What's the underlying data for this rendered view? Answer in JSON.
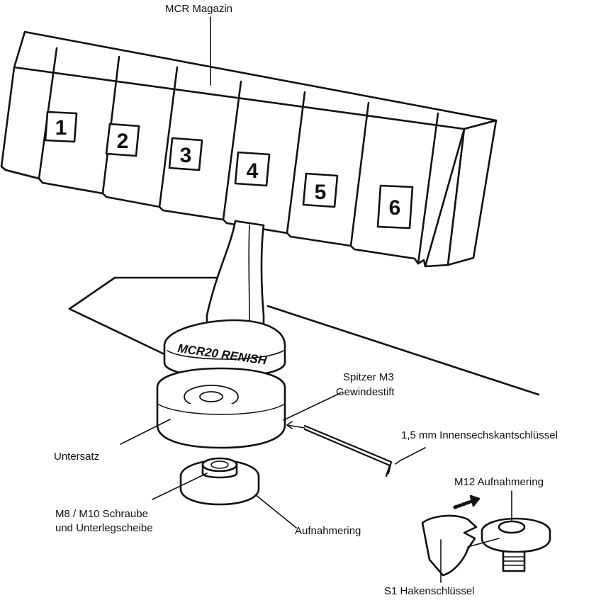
{
  "labels": {
    "magazine": "MCR Magazin",
    "grub_screw_line1": "Spitzer M3",
    "grub_screw_line2": "Gewindestift",
    "hex_key": "1,5 mm Innensechskantschlüssel",
    "base": "Untersatz",
    "m12_ring": "M12 Aufnahmering",
    "screw_line1": "M8 / M10 Schraube",
    "screw_line2": "und Unterlegscheibe",
    "mount_ring": "Aufnahmering",
    "hook_wrench": "S1 Hakenschlüssel"
  },
  "slots": [
    "1",
    "2",
    "3",
    "4",
    "5",
    "6"
  ],
  "collar_engraving": "MCR20 RENISH",
  "colors": {
    "line": "#111111",
    "fill": "#ffffff",
    "shade": "#e8e8e8"
  }
}
